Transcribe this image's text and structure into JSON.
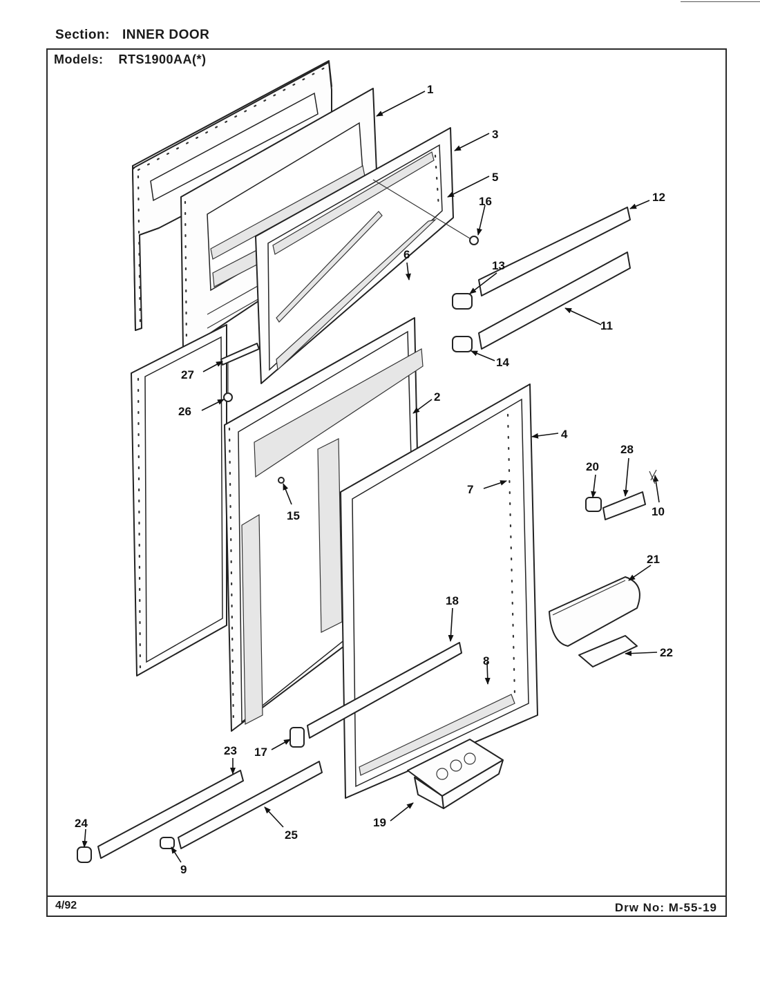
{
  "header": {
    "section_label": "Section:",
    "section_value": "INNER DOOR",
    "models_label": "Models:",
    "models_value": "RTS1900AA(*)"
  },
  "footer": {
    "date": "4/92",
    "drawing_number": "Drw No: M-55-19"
  },
  "callouts": {
    "p1": "1",
    "p2": "2",
    "p3": "3",
    "p4": "4",
    "p5": "5",
    "p6": "6",
    "p7": "7",
    "p8": "8",
    "p9": "9",
    "p10": "10",
    "p11": "11",
    "p12": "12",
    "p13": "13",
    "p14": "14",
    "p15": "15",
    "p16": "16",
    "p17": "17",
    "p18": "18",
    "p19": "19",
    "p20": "20",
    "p21": "21",
    "p22": "22",
    "p23": "23",
    "p24": "24",
    "p25": "25",
    "p26": "26",
    "p27": "27",
    "p28": "28"
  }
}
